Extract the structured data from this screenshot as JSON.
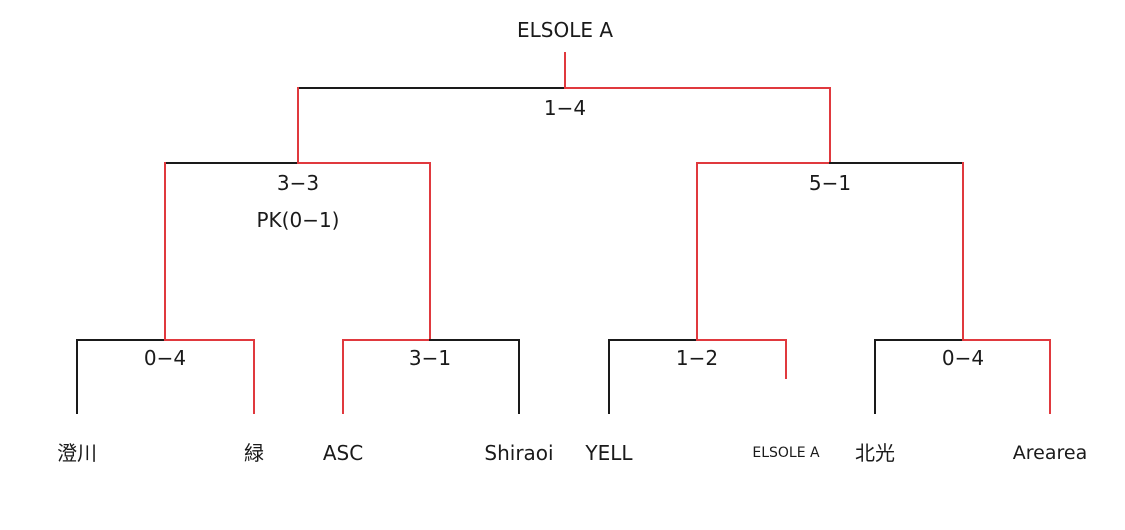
{
  "champion": "ELSOLE A",
  "final": {
    "score": "1−4"
  },
  "semifinals": [
    {
      "score": "3−3",
      "pk": "PK(0−1)"
    },
    {
      "score": "5−1"
    }
  ],
  "quarterfinals": [
    {
      "score": "0−4",
      "teams": [
        "澄川",
        "緑"
      ]
    },
    {
      "score": "3−1",
      "teams": [
        "ASC",
        "Shiraoi"
      ]
    },
    {
      "score": "1−2",
      "teams": [
        "YELL",
        "ELSOLE A"
      ]
    },
    {
      "score": "0−4",
      "teams": [
        "北光",
        "Arearea"
      ]
    }
  ],
  "colors": {
    "winner_line": "#e0393e",
    "loser_line": "#1a1a1a",
    "text": "#1a1a1a",
    "background": "#ffffff"
  }
}
